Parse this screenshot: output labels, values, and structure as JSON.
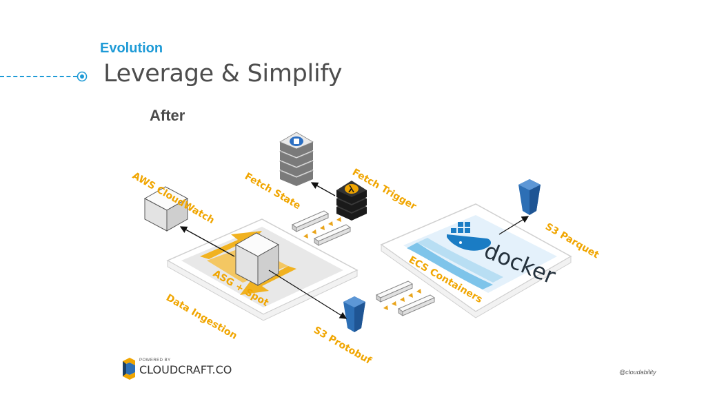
{
  "header": {
    "eyebrow": "Evolution",
    "title": "Leverage & Simplify",
    "subtitle": "After"
  },
  "diagram": {
    "labels": {
      "cloudwatch": "AWS CloudWatch",
      "fetch_state": "Fetch State",
      "fetch_trigger": "Fetch Trigger",
      "s3_parquet": "S3 Parquet",
      "asg_spot": "ASG + Spot",
      "ecs_containers": "ECS Containers",
      "data_ingestion": "Data Ingestion",
      "s3_protobuf": "S3 Protobuf",
      "docker": "docker"
    },
    "colors": {
      "label": "#f0a500",
      "accent_blue": "#1d9ad6",
      "bucket_blue": "#2d6fb5",
      "arrow_gold": "#e9a41a"
    }
  },
  "footer": {
    "logo_powered": "POWERED BY",
    "logo_text": "CLOUDCRAFT.CO",
    "handle": "@cloudability"
  }
}
